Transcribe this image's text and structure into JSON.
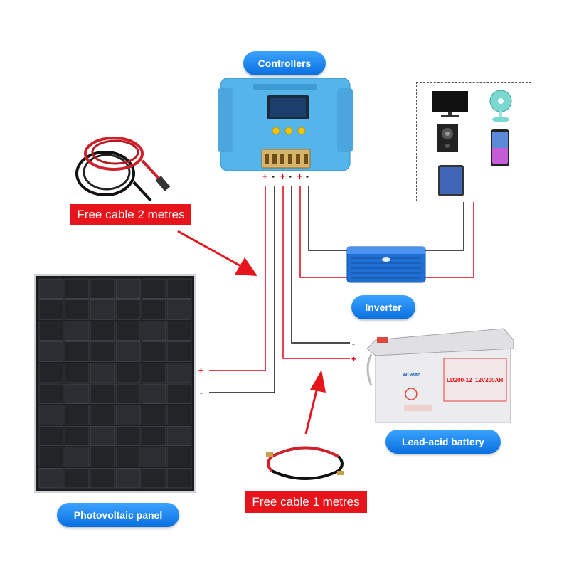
{
  "labels": {
    "controllers": "Controllers",
    "inverter": "Inverter",
    "battery": "Lead-acid battery",
    "panel": "Photovoltaic panel",
    "cable_2m": "Free cable 2 metres",
    "cable_1m": "Free cable 1 metres"
  },
  "terminals": {
    "controller": [
      "+",
      "-",
      "+",
      "-",
      "+",
      "-"
    ],
    "panel_pos": "+",
    "panel_neg": "-",
    "battery_neg": "-",
    "battery_pos": "+"
  },
  "battery_text": {
    "model": "LD200-12",
    "capacity": "12V200AH",
    "brand": "WGBac"
  },
  "loads": [
    "tv-icon",
    "fan-icon",
    "speaker-icon",
    "smartphone-icon",
    "tablet-icon"
  ],
  "colors": {
    "pill": "#0a6fe0",
    "label_red": "#e8141b",
    "wire_red": "#e60012",
    "wire_black": "#111111",
    "controller_body": "#55b4ea",
    "inverter_body": "#1f6fd6"
  }
}
